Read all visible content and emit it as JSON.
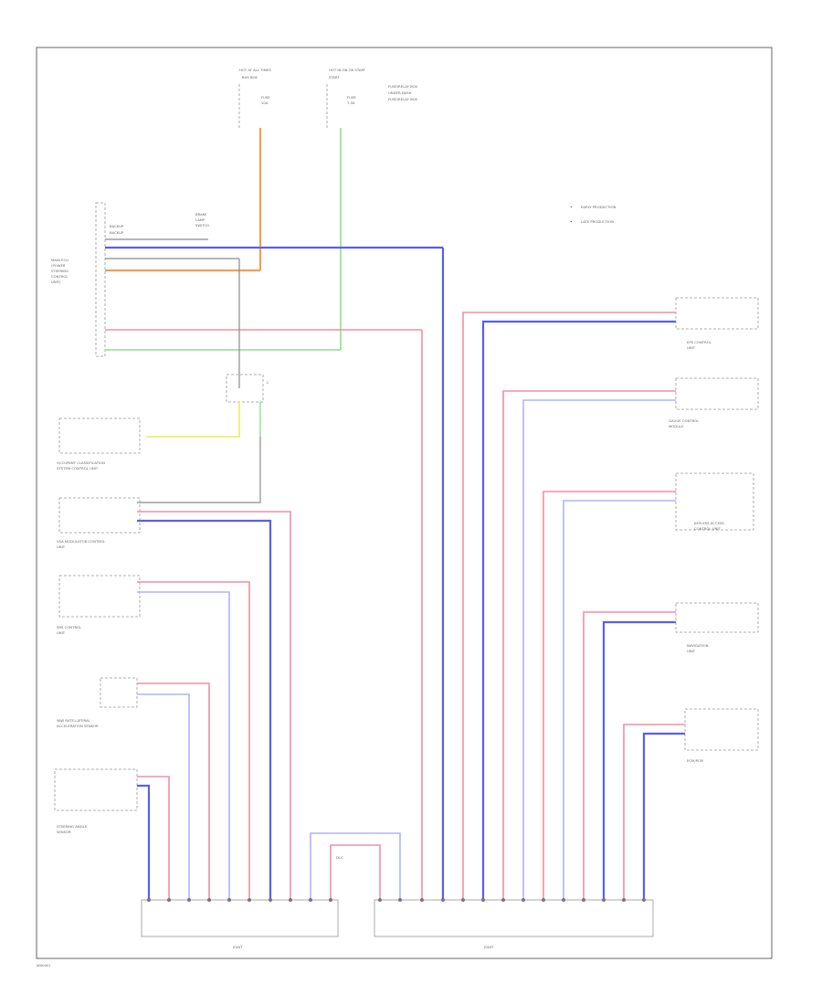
{
  "colors": {
    "red": "#f08fa6",
    "blue": "#5a5ef0",
    "lightblue": "#aeb4ff",
    "orange": "#f0a050",
    "green": "#8de08d",
    "yellow": "#eeee70",
    "gray": "#8a8a8a",
    "pink": "#f7b3c3"
  },
  "legend": {
    "items": [
      "EARLY PRODUCTION",
      "LATE PRODUCTION"
    ]
  },
  "fuses": {
    "left": {
      "top": "HOT AT ALL TIMES",
      "fuse": "FUSE"
    },
    "right": {
      "top": "HOT IN ON OR START",
      "fuse": "FUSE",
      "note": "FUSE/RELAY BOX"
    }
  },
  "units": {
    "main_ecu": "MAIN ECU / POWER STEERING CONTROL UNIT",
    "occupant": "OCCUPANT CLASSIFICATION SYSTEM CONTROL UNIT",
    "vsa": "VSA MODULATOR-CONTROL UNIT",
    "srs": "SRS CONTROL UNIT",
    "yaw": "YAW RATE-LATERAL ACCELERATION SENSOR",
    "steering": "STEERING ANGLE SENSOR",
    "epstat": "EPS CONTROL UNIT",
    "gauge": "GAUGE CONTROL MODULE",
    "keyless": "KEYLESS ACCESS CONTROL UNIT",
    "navi": "NAVIGATION UNIT",
    "ecm": "ECM/PCM",
    "dlc": "DLC"
  },
  "bottom": {
    "left_conn": "JOINT",
    "right_conn": "JOINT",
    "corner": "W00001"
  }
}
